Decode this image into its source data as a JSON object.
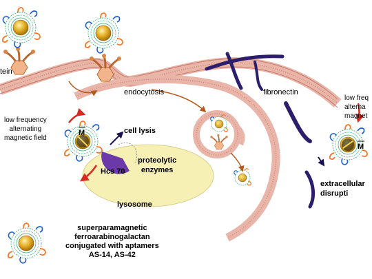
{
  "labels": {
    "protein_fragment": "tein",
    "endocytosis": "endocytosis",
    "fibronectin": "fibronectin",
    "low_frequency_field": "low frequency\nalternating\nmagnetic field",
    "cell_lysis": "cell lysis",
    "hcs70": "Hcs 70",
    "proteolytic_enzymes": "proteolytic\nenzymes",
    "lysosome": "lysosome",
    "right_field_fragment": "low freq\nalterna\nmagnet",
    "extracellular_disruption": "extracellular\ndisrupti",
    "nanoparticle_description": "superparamagnetic\nferroarabinogalactan\nconjugated with aptamers\nAS-14, AS-42",
    "magnetic_moment_symbol": "M"
  },
  "colors": {
    "membrane": "#c87a6a",
    "membrane_light": "#e8b5a8",
    "receptor": "#f2b48a",
    "ligand": "#b8662d",
    "arrow": "#b35a1f",
    "red_arrow": "#d42a1f",
    "fibronectin": "#2d1e6b",
    "lysosome": "#f7f0b4",
    "hcs70": "#6b3aa8",
    "core": "#d9a21c",
    "shell_green": "#2fa66a",
    "aptamer_blue": "#1e5fd0",
    "aptamer_orange": "#f07a2a"
  }
}
